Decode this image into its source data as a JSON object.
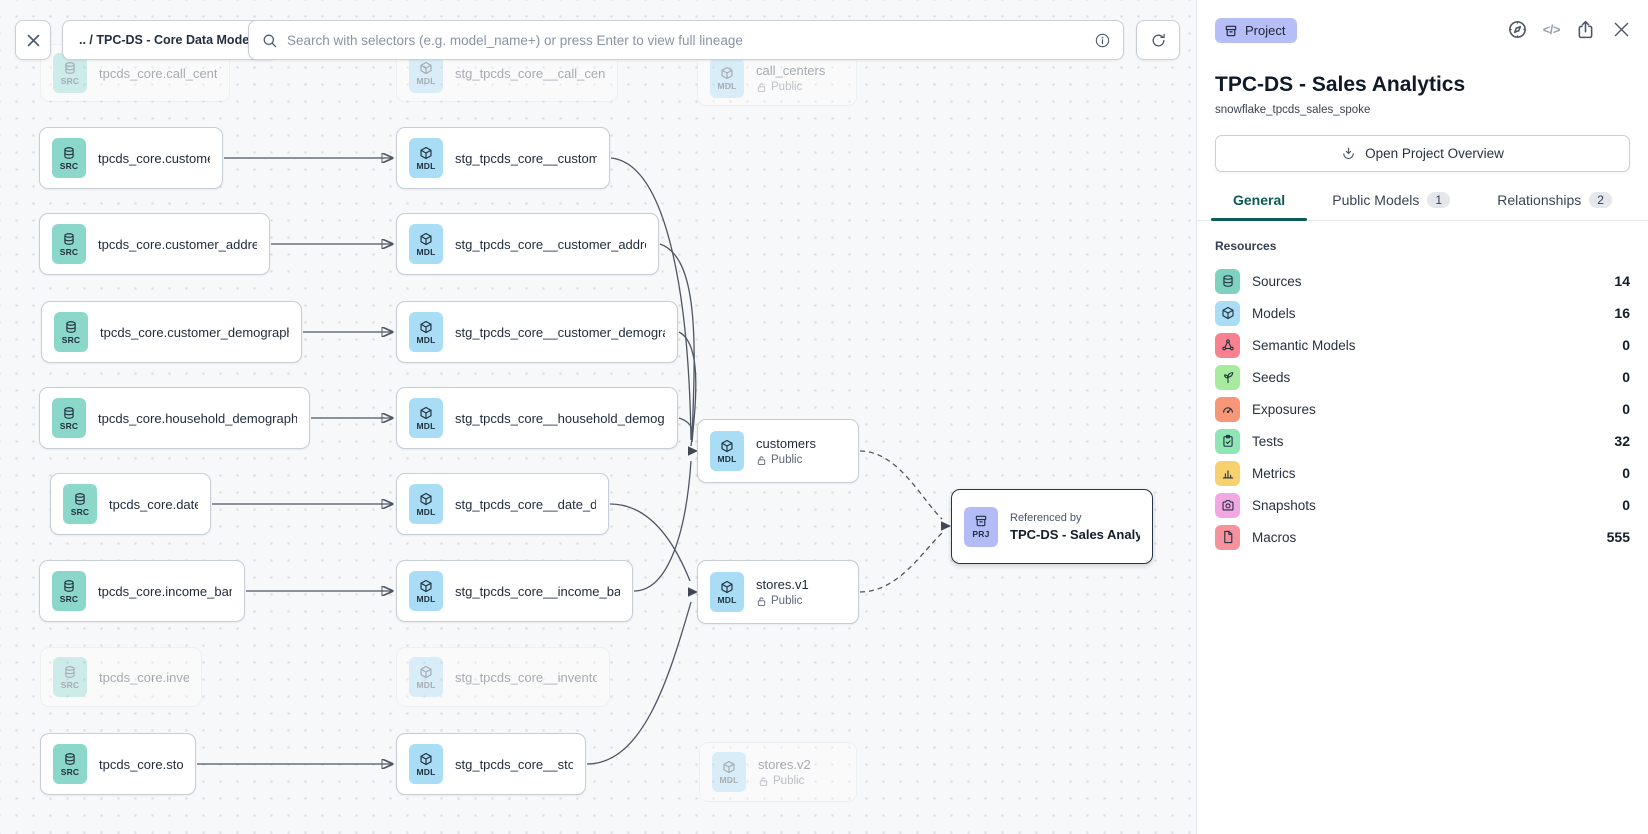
{
  "topbar": {
    "breadcrumb": ".. / TPC-DS - Core Data Models",
    "search_placeholder": "Search with selectors (e.g. model_name+) or press Enter to view full lineage"
  },
  "panel": {
    "badge": "Project",
    "title": "TPC-DS - Sales Analytics",
    "subtitle": "snowflake_tpcds_sales_spoke",
    "overview_button": "Open Project Overview",
    "tabs": [
      {
        "label": "General",
        "badge": "",
        "active": true
      },
      {
        "label": "Public Models",
        "badge": "1",
        "active": false
      },
      {
        "label": "Relationships",
        "badge": "2",
        "active": false
      }
    ],
    "resources_heading": "Resources",
    "resources": [
      {
        "label": "Sources",
        "count": "14",
        "color": "#7fd1c0",
        "icon": "database-icon"
      },
      {
        "label": "Models",
        "count": "16",
        "color": "#a9ddf6",
        "icon": "cube-icon"
      },
      {
        "label": "Semantic Models",
        "count": "0",
        "color": "#f8808f",
        "icon": "semantic-graph-icon"
      },
      {
        "label": "Seeds",
        "count": "0",
        "color": "#a7eb9e",
        "icon": "seedling-icon"
      },
      {
        "label": "Exposures",
        "count": "0",
        "color": "#f89678",
        "icon": "gauge-icon"
      },
      {
        "label": "Tests",
        "count": "32",
        "color": "#8fe6b5",
        "icon": "clipboard-check-icon"
      },
      {
        "label": "Metrics",
        "count": "0",
        "color": "#f7d16e",
        "icon": "bar-chart-icon"
      },
      {
        "label": "Snapshots",
        "count": "0",
        "color": "#f2a7e3",
        "icon": "camera-icon"
      },
      {
        "label": "Macros",
        "count": "555",
        "color": "#f7919b",
        "icon": "file-icon"
      }
    ]
  },
  "graph": {
    "nodes": [
      {
        "badge": "SRC",
        "label": "tpcds_core.call_center",
        "faded": true
      },
      {
        "badge": "SRC",
        "label": "tpcds_core.customer"
      },
      {
        "badge": "SRC",
        "label": "tpcds_core.customer_address"
      },
      {
        "badge": "SRC",
        "label": "tpcds_core.customer_demographics"
      },
      {
        "badge": "SRC",
        "label": "tpcds_core.household_demographics"
      },
      {
        "badge": "SRC",
        "label": "tpcds_core.date_dim"
      },
      {
        "badge": "SRC",
        "label": "tpcds_core.income_band"
      },
      {
        "badge": "SRC",
        "label": "tpcds_core.inventory",
        "faded": true
      },
      {
        "badge": "SRC",
        "label": "tpcds_core.store"
      },
      {
        "badge": "MDL",
        "label": "stg_tpcds_core__call_center",
        "faded": true
      },
      {
        "badge": "MDL",
        "label": "stg_tpcds_core__customer"
      },
      {
        "badge": "MDL",
        "label": "stg_tpcds_core__customer_address"
      },
      {
        "badge": "MDL",
        "label": "stg_tpcds_core__customer_demogra…"
      },
      {
        "badge": "MDL",
        "label": "stg_tpcds_core__household_demogr…"
      },
      {
        "badge": "MDL",
        "label": "stg_tpcds_core__date_dim"
      },
      {
        "badge": "MDL",
        "label": "stg_tpcds_core__income_band"
      },
      {
        "badge": "MDL",
        "label": "stg_tpcds_core__inventory",
        "faded": true
      },
      {
        "badge": "MDL",
        "label": "stg_tpcds_core__store"
      },
      {
        "badge": "MDL",
        "label": "call_centers",
        "sub": "Public",
        "faded": true
      },
      {
        "badge": "MDL",
        "label": "customers",
        "sub": "Public"
      },
      {
        "badge": "MDL",
        "label": "stores.v1",
        "sub": "Public"
      },
      {
        "badge": "MDL",
        "label": "stores.v2",
        "sub": "Public",
        "faded": true
      },
      {
        "badge": "PRJ",
        "note": "Referenced by",
        "label": "TPC-DS - Sales Analytics",
        "selected": true
      }
    ]
  }
}
